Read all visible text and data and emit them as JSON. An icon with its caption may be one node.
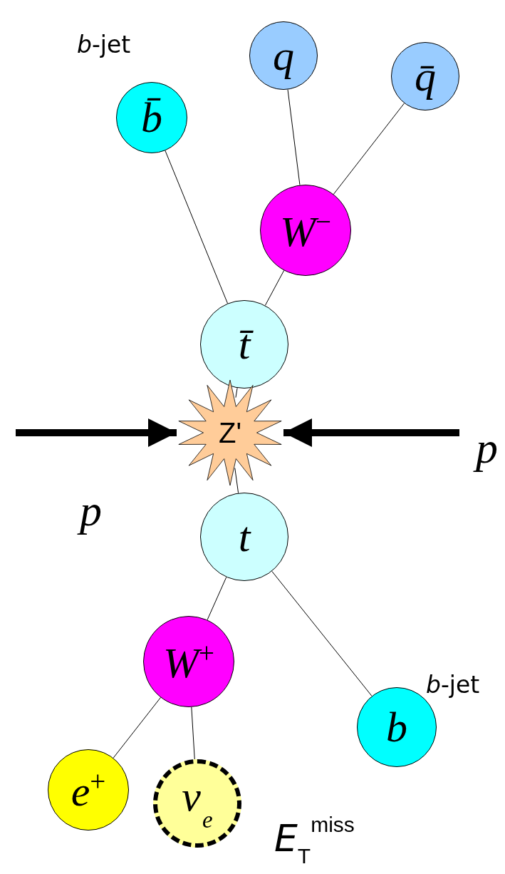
{
  "diagram": {
    "nodes": [
      {
        "text": [
          "q"
        ]
      },
      {
        "text": [
          "q̄"
        ]
      },
      {
        "text": [
          "b̄"
        ],
        "beside": [
          "*b*-jet"
        ]
      },
      {
        "text": [
          "W$^{−}$"
        ]
      },
      {
        "text": [
          "t̄"
        ]
      },
      {
        "text": [
          "Z'"
        ]
      },
      {
        "text": [
          "t"
        ]
      },
      {
        "text": [
          "W$^{+}$"
        ]
      },
      {
        "text": [
          "b"
        ],
        "beside": [
          "*b*-jet"
        ]
      },
      {
        "text": [
          "e$^{+}$"
        ]
      },
      {
        "text": [
          "ν$_{e}$"
        ],
        "beside": [
          "*E*$_{T}$$^{miss}$"
        ]
      }
    ],
    "edges": [
      {
        "from": 0,
        "to": 3,
        "arrow": "none"
      },
      {
        "from": 1,
        "to": 3,
        "arrow": "none"
      },
      {
        "from": 2,
        "to": 4,
        "arrow": "none"
      },
      {
        "from": 3,
        "to": 4,
        "arrow": "none"
      },
      {
        "from": 4,
        "to": 5,
        "arrow": "none"
      },
      {
        "from": 5,
        "to": 6,
        "arrow": "none"
      },
      {
        "from": 6,
        "to": 7,
        "arrow": "none"
      },
      {
        "from": 6,
        "to": 8,
        "arrow": "none"
      },
      {
        "from": 7,
        "to": 9,
        "arrow": "none"
      },
      {
        "from": 7,
        "to": 10,
        "arrow": "none"
      },
      {
        "from": null,
        "to": 5,
        "arrow": "to",
        "style": "thick"
      },
      {
        "from": null,
        "to": 5,
        "arrow": "to",
        "style": "thick"
      }
    ],
    "labels": [
      "p",
      "p"
    ]
  }
}
